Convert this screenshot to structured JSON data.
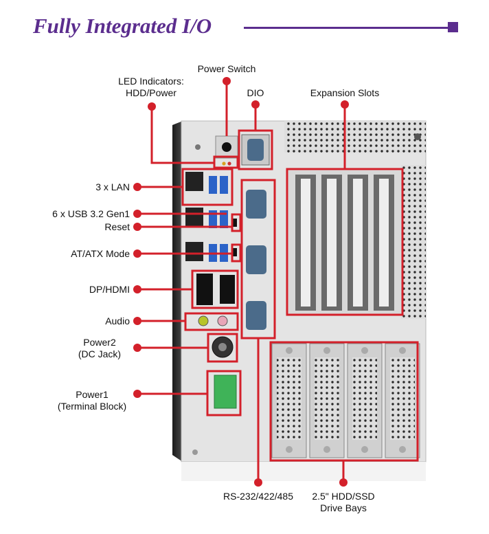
{
  "heading": "Fully Integrated I/O",
  "colors": {
    "title": "#5b2d8e",
    "callout": "#d3202a",
    "chassis": "#e3e3e3"
  },
  "labels": {
    "led_1": "LED Indicators:",
    "led_2": "HDD/Power",
    "power_switch": "Power Switch",
    "dio": "DIO",
    "expansion_slots": "Expansion Slots",
    "lan": "3 x LAN",
    "usb": "6 x USB 3.2 Gen1",
    "reset": "Reset",
    "at_atx": "AT/ATX Mode",
    "dp_hdmi": "DP/HDMI",
    "audio": "Audio",
    "power2_1": "Power2",
    "power2_2": "(DC Jack)",
    "power1_1": "Power1",
    "power1_2": "(Terminal Block)",
    "serial": "RS-232/422/485",
    "drive_1": "2.5\" HDD/SSD",
    "drive_2": "Drive Bays"
  }
}
